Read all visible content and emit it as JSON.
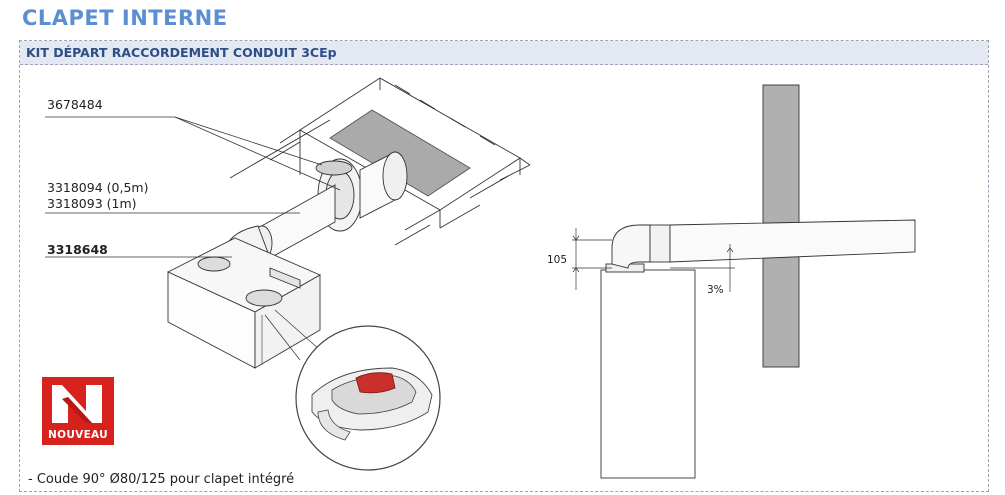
{
  "title": "CLAPET INTERNE",
  "section": {
    "heading": "KIT DÉPART RACCORDEMENT CONDUIT 3CEp"
  },
  "references": {
    "ref_1": "3678484",
    "ref_2a": "3318094 (0,5m)",
    "ref_2b": "3318093 (1m)",
    "ref_3": "3318648"
  },
  "dimensions": {
    "height": "105",
    "slope": "3%"
  },
  "badge": {
    "label": "NOUVEAU"
  },
  "footnote": "- Coude 90° Ø80/125 pour clapet intégré",
  "colors": {
    "title": "#5b8fd2",
    "header_bg": "#e3e8f3",
    "header_text": "#2d4f86",
    "badge": "#d6211c",
    "wall": "#b0b0b0"
  }
}
